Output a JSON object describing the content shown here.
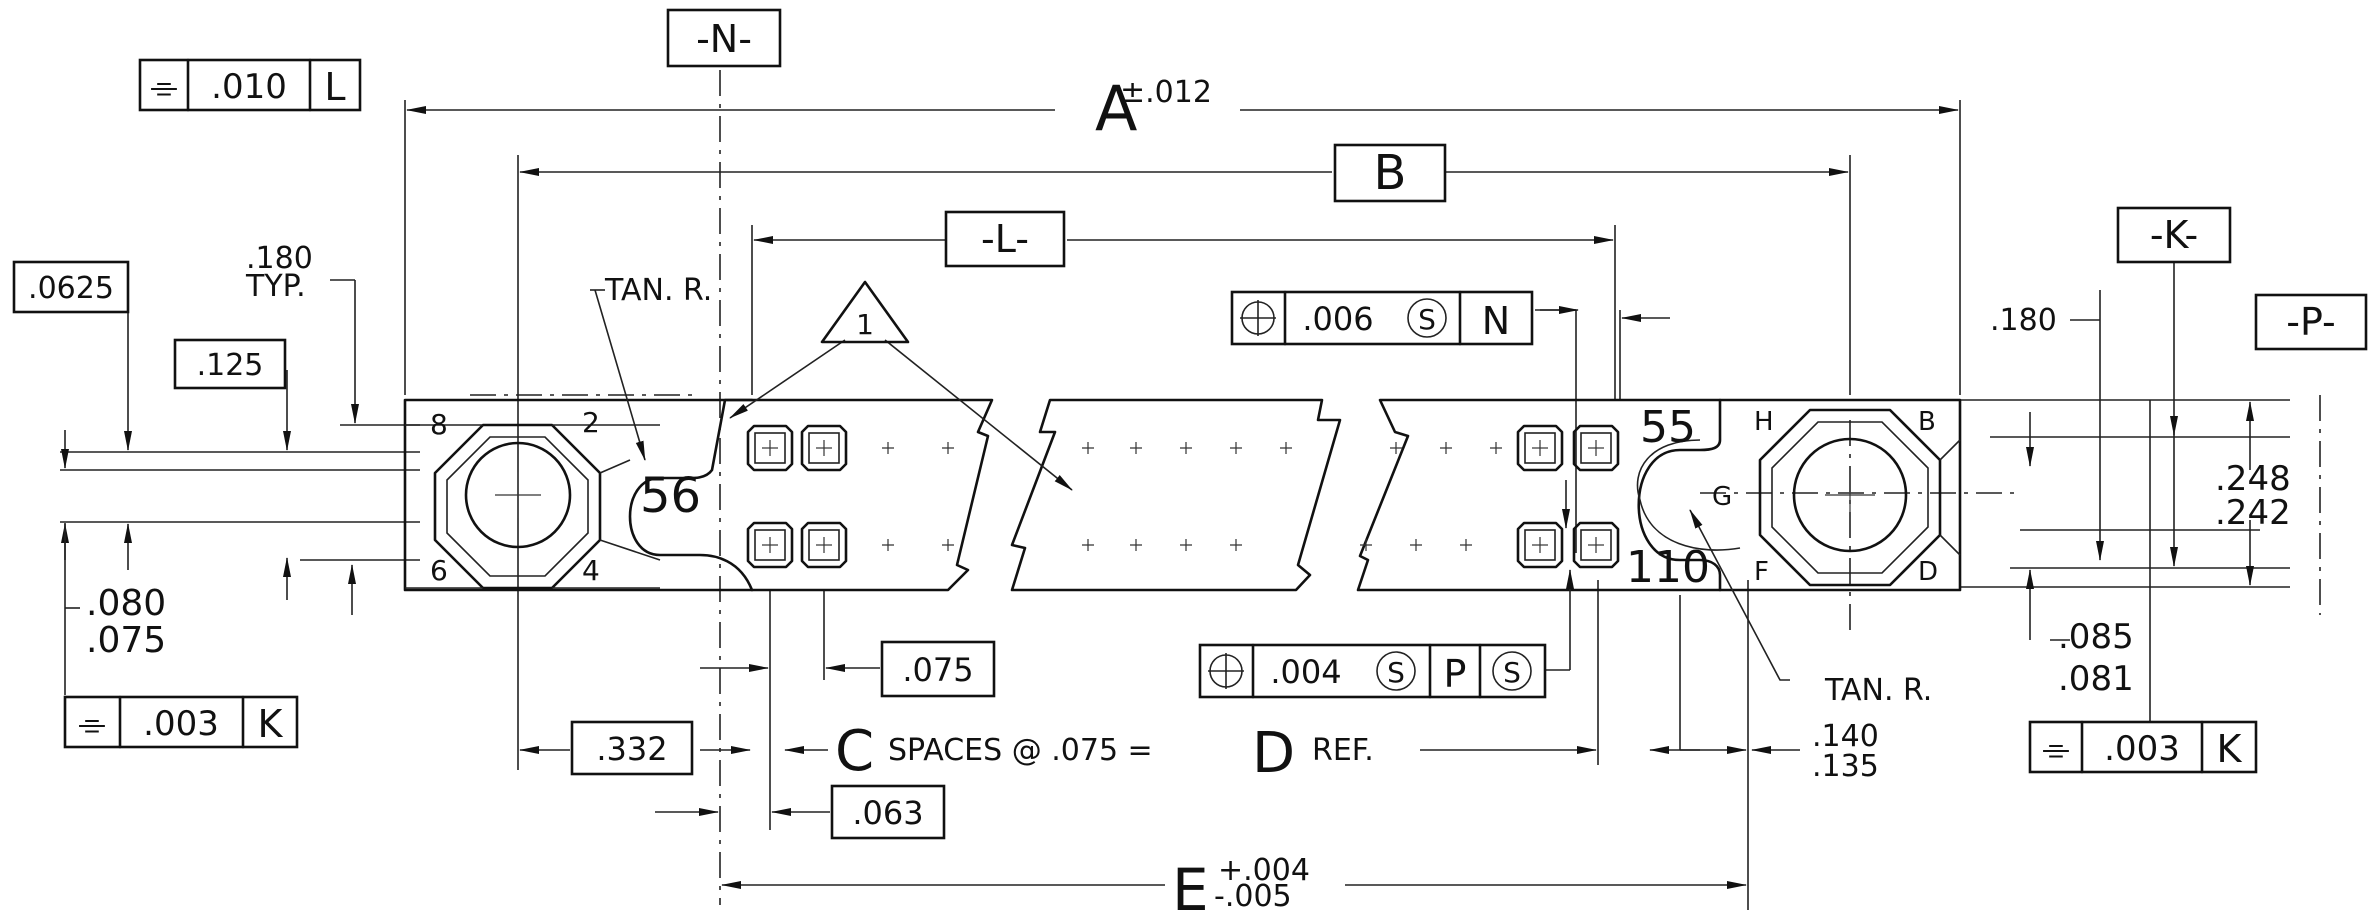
{
  "datums": {
    "n": "-N-",
    "l": "-L-",
    "k": "-K-",
    "p": "-P-"
  },
  "dims": {
    "a": "A",
    "a_tol": "±.012",
    "b": "B",
    "e": "E",
    "e_tol_plus": "+.004",
    "e_tol_minus": "-.005",
    "c": "C",
    "c_text": "SPACES @ .075 =",
    "d": "D",
    "ref": "REF.",
    "d0625": ".0625",
    "d125": ".125",
    "d180": ".180",
    "typ": "TYP.",
    "tan_r": "TAN. R.",
    "d080": ".080",
    "d075a": ".075",
    "d332": ".332",
    "d075b": ".075",
    "d063": ".063",
    "d180r": ".180",
    "d248": ".248",
    "d242": ".242",
    "d085": ".085",
    "d081": ".081",
    "d140": ".140",
    "d135": ".135"
  },
  "frames": {
    "sym_010": {
      "sym": "⌯",
      "val": ".010",
      "dat": "L"
    },
    "sym_003k": {
      "sym": "⌯",
      "val": ".003",
      "dat": "K"
    },
    "sym_003r": {
      "sym": "⌯",
      "val": ".003",
      "dat": "K"
    },
    "pos_006": {
      "sym": "⌖",
      "val": ".006",
      "mod": "S",
      "dat": "N"
    },
    "pos_004": {
      "sym": "⌖",
      "val": ".004",
      "mod": "S",
      "dat": "P",
      "mod2": "S"
    }
  },
  "flag": "1",
  "labels": {
    "n56": "56",
    "n55": "55",
    "n110": "110",
    "n8": "8",
    "n2": "2",
    "n6": "6",
    "n4": "4",
    "lh": "H",
    "lb": "B",
    "lg": "G",
    "lf": "F",
    "ld": "D"
  }
}
